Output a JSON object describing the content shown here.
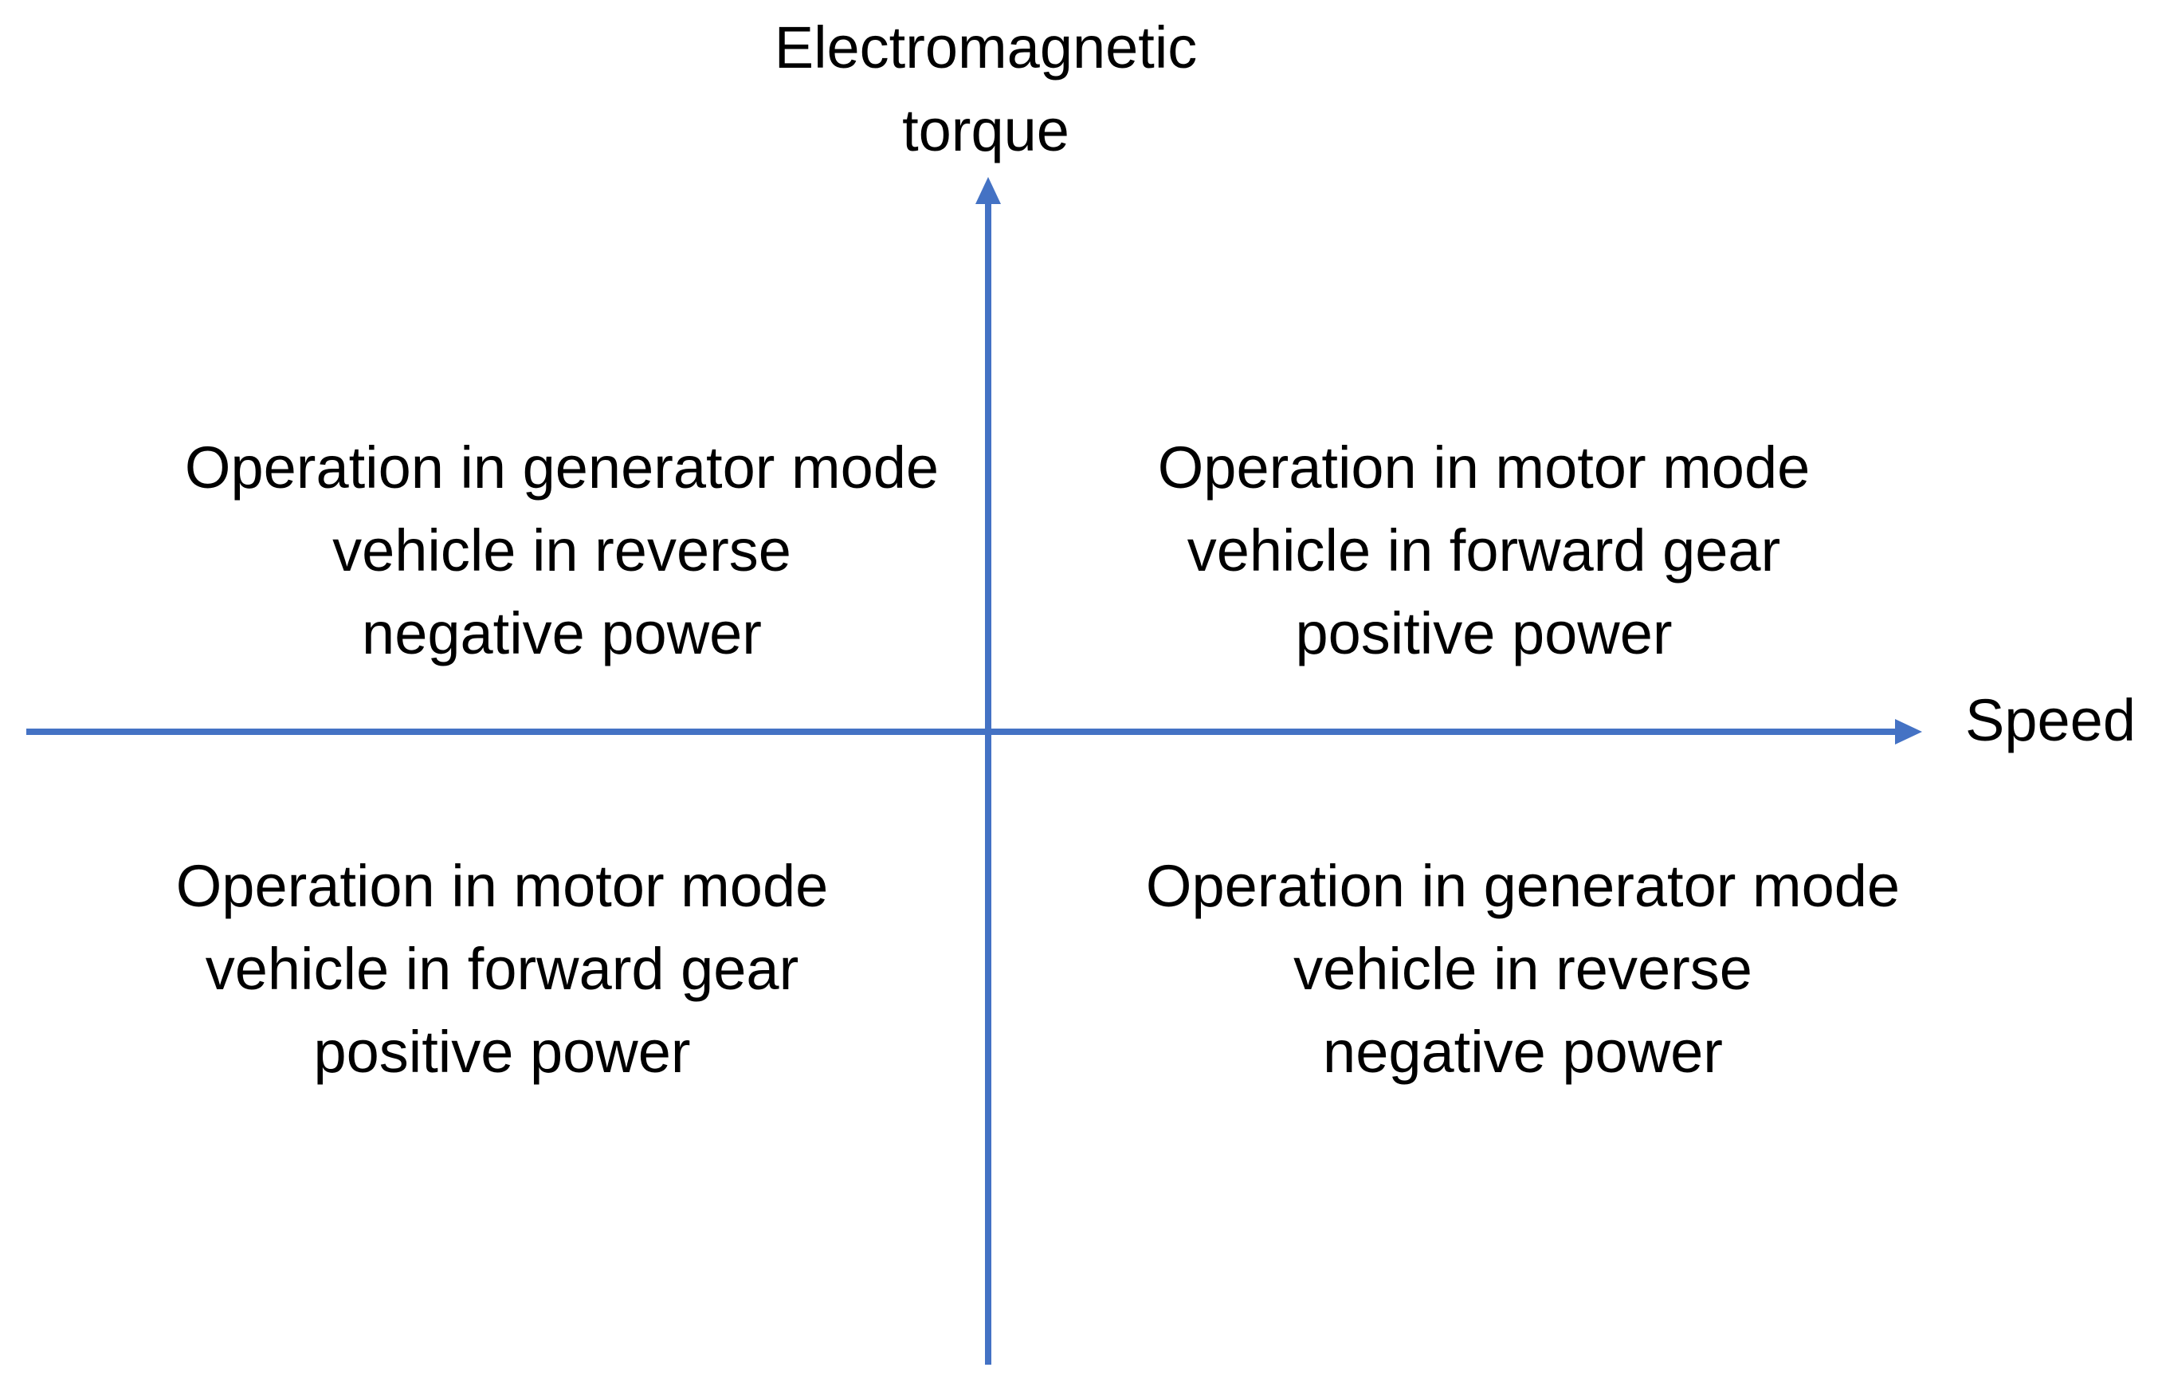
{
  "colors": {
    "axis": "#4472C4",
    "text": "#000000",
    "background": "#FFFFFF"
  },
  "axes": {
    "y_label_line1": "Electromagnetic",
    "y_label_line2": "torque",
    "x_label": "Speed"
  },
  "quadrants": {
    "top_left": {
      "lines": [
        "Operation in generator mode",
        "vehicle in reverse",
        "negative power"
      ]
    },
    "top_right": {
      "lines": [
        "Operation in motor mode",
        "vehicle in forward gear",
        "positive power"
      ]
    },
    "bottom_left": {
      "lines": [
        "Operation in motor mode",
        "vehicle in forward gear",
        "positive power"
      ]
    },
    "bottom_right": {
      "lines": [
        "Operation in generator mode",
        "vehicle in reverse",
        "negative power"
      ]
    }
  }
}
